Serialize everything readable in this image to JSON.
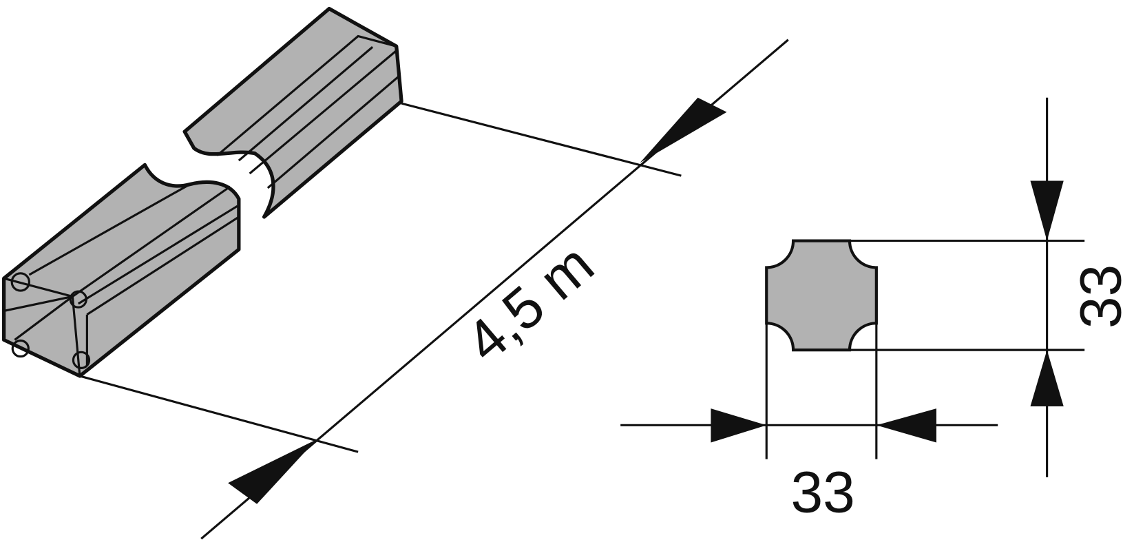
{
  "diagram": {
    "length_label": "4,5 m",
    "width_label": "33",
    "height_label": "33"
  },
  "colors": {
    "profile_fill": "#b2b2b2",
    "line": "#111111"
  }
}
